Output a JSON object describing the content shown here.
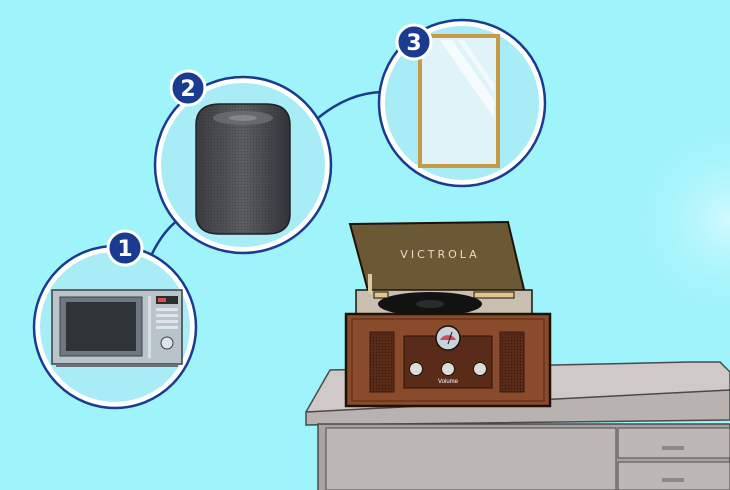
{
  "colors": {
    "background": "#9ff3fa",
    "circle_fill": "#a8edf5",
    "circle_border": "#1a3b8f",
    "badge": "#1a3b8f",
    "victrola_wood": "#8a4a2c",
    "lid": "#6b5834",
    "desk": "#cfc9c8"
  },
  "callouts": [
    {
      "number": "1",
      "item": "microwave-icon"
    },
    {
      "number": "2",
      "item": "smart-speaker-icon"
    },
    {
      "number": "3",
      "item": "mirror-icon"
    }
  ],
  "record_player": {
    "brand": "VICTROLA",
    "knob_label": "Volume"
  }
}
